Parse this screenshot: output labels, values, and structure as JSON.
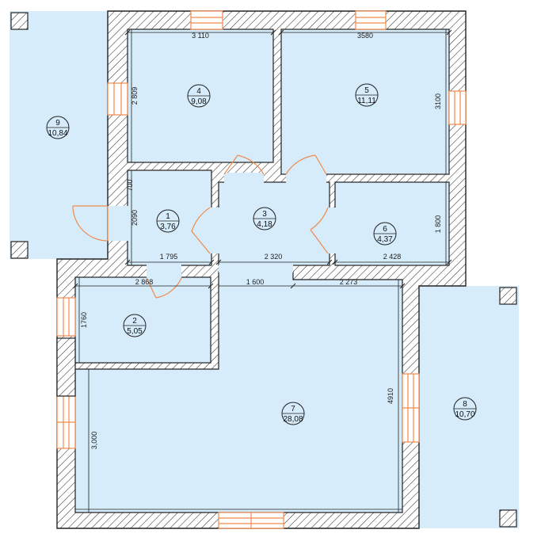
{
  "colors": {
    "room_fill": "#d6ecfb",
    "wall_fill": "#ffffff",
    "hatch": "#333333",
    "outline": "#222222",
    "window": "#f08a4b",
    "door": "#f08a4b",
    "dim_line": "#222222"
  },
  "rooms": [
    {
      "number": "1",
      "area": "3,76"
    },
    {
      "number": "2",
      "area": "5,05"
    },
    {
      "number": "3",
      "area": "4,18"
    },
    {
      "number": "4",
      "area": "9,08"
    },
    {
      "number": "5",
      "area": "11,11"
    },
    {
      "number": "6",
      "area": "4,37"
    },
    {
      "number": "7",
      "area": "28,08"
    },
    {
      "number": "8",
      "area": "10,70"
    },
    {
      "number": "9",
      "area": "10,84"
    }
  ],
  "dimensions": {
    "d_3110": "3 110",
    "d_3580": "3580",
    "d_2809": "2 809",
    "d_3100": "3100",
    "d_700": "700",
    "d_2090": "2090",
    "d_1800": "1 800",
    "d_1795": "1 795",
    "d_2320": "2 320",
    "d_2428": "2 428",
    "d_2868": "2 868",
    "d_1600": "1 600",
    "d_2273": "2 273",
    "d_1760": "1760",
    "d_4910": "4910",
    "d_3000": "3,000"
  }
}
